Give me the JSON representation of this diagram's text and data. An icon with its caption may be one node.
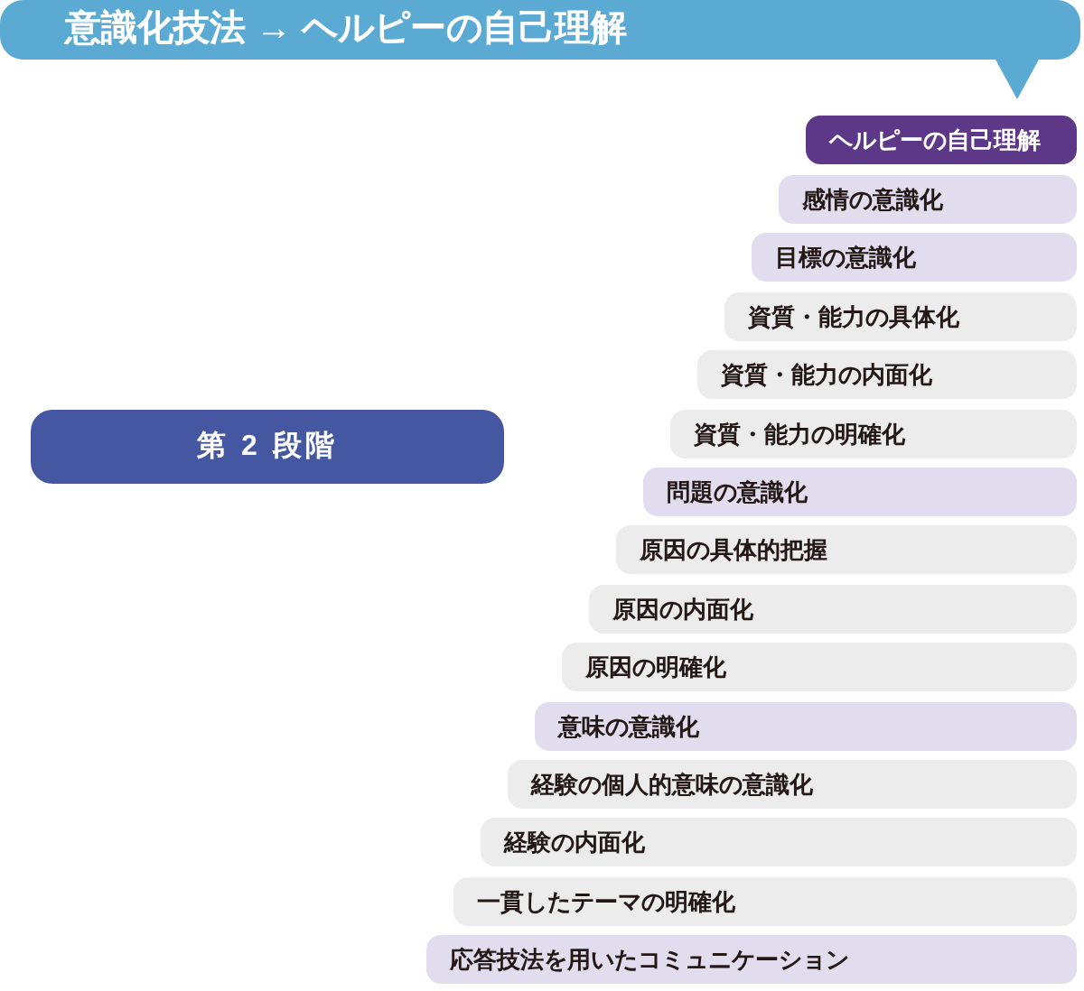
{
  "diagram": {
    "title": "意識化技法 → ヘルピーの自己理解",
    "nodes": [
      {
        "text": [
          "第 2 段階"
        ]
      },
      {
        "text": [
          "ヘルピーの自己理解"
        ]
      },
      {
        "text": [
          "感情の意識化"
        ]
      },
      {
        "text": [
          "目標の意識化"
        ]
      },
      {
        "text": [
          "資質・能力の具体化"
        ]
      },
      {
        "text": [
          "資質・能力の内面化"
        ]
      },
      {
        "text": [
          "資質・能力の明確化"
        ]
      },
      {
        "text": [
          "問題の意識化"
        ]
      },
      {
        "text": [
          "原因の具体的把握"
        ]
      },
      {
        "text": [
          "原因の内面化"
        ]
      },
      {
        "text": [
          "原因の明確化"
        ]
      },
      {
        "text": [
          "意味の意識化"
        ]
      },
      {
        "text": [
          "経験の個人的意味の意識化"
        ]
      },
      {
        "text": [
          "経験の内面化"
        ]
      },
      {
        "text": [
          "一貫したテーマの明確化"
        ]
      },
      {
        "text": [
          "応答技法を用いたコミュニケーション"
        ]
      }
    ]
  }
}
